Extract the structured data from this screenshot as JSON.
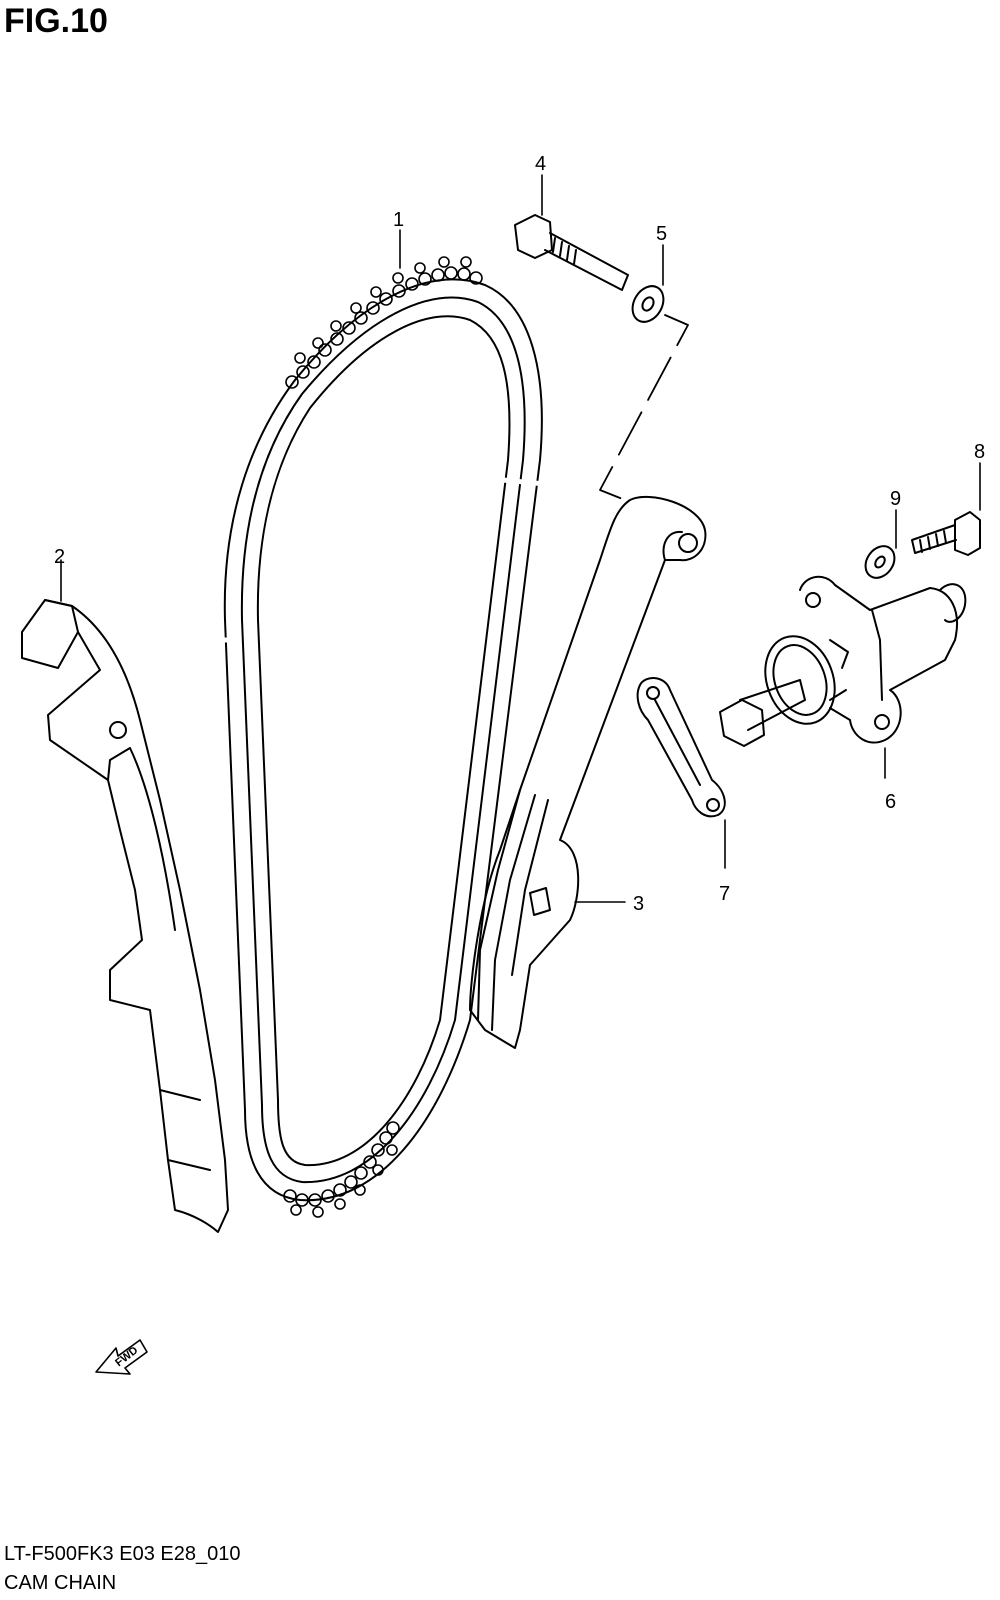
{
  "figure": {
    "title": "FIG.10"
  },
  "callouts": {
    "c1": "1",
    "c2": "2",
    "c3": "3",
    "c4": "4",
    "c5": "5",
    "c6": "6",
    "c7": "7",
    "c8": "8",
    "c9": "9"
  },
  "fwd_label": "FWD",
  "footer": {
    "code": "LT-F500FK3 E03 E28_010",
    "name": "CAM CHAIN"
  },
  "colors": {
    "line": "#000000",
    "background": "#ffffff"
  }
}
